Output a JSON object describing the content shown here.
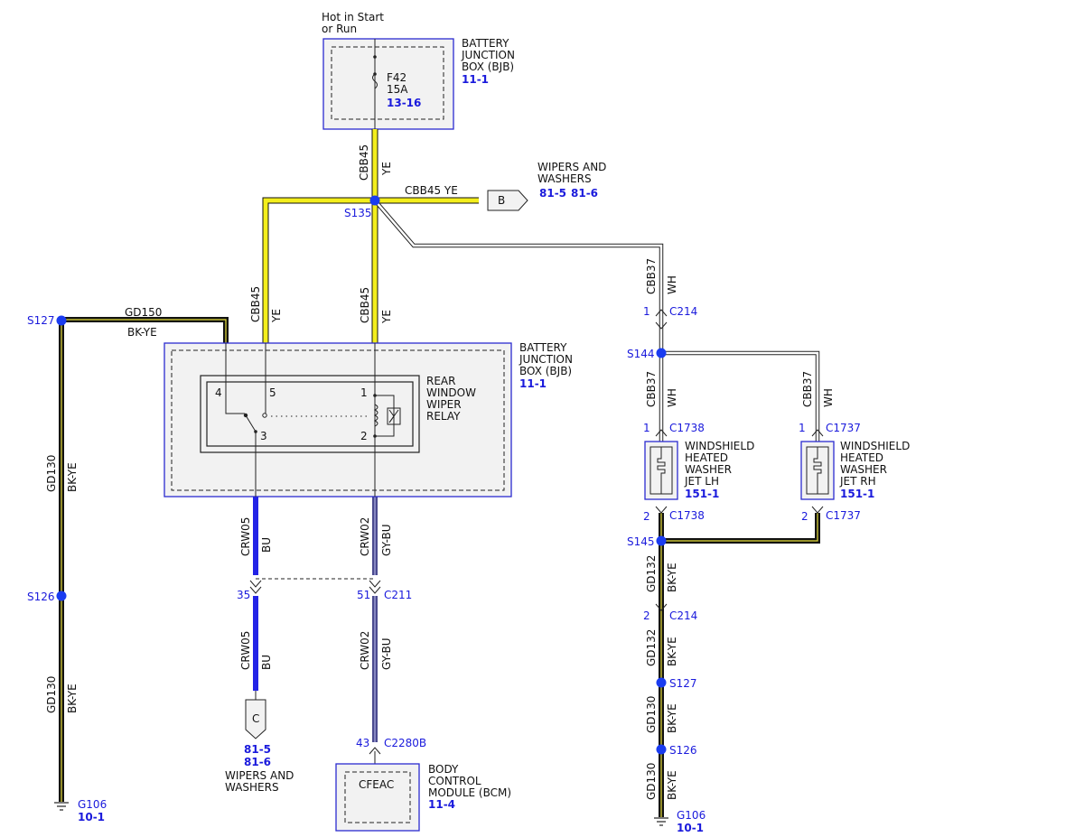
{
  "bjb_top": {
    "heading": [
      "Hot in Start",
      "or Run"
    ],
    "label": [
      "BATTERY",
      "JUNCTION",
      "BOX (BJB)"
    ],
    "ref": "11-1",
    "fuse": {
      "name": "F42",
      "rating": "15A",
      "ref": "13-16"
    }
  },
  "wires": {
    "cbb45": "CBB45",
    "ye": "YE",
    "cbb45_ye": "CBB45 YE",
    "cbb37": "CBB37",
    "wh": "WH",
    "gd150": "GD150",
    "gd130": "GD130",
    "gd132": "GD132",
    "bkye": "BK-YE",
    "crw05": "CRW05",
    "bu": "BU",
    "crw02": "CRW02",
    "gybu": "GY-BU"
  },
  "splices": {
    "s135": "S135",
    "s127": "S127",
    "s126": "S126",
    "s144": "S144",
    "s145": "S145"
  },
  "connectors": {
    "b_label": "B",
    "c_label": "C",
    "c214": "C214",
    "c1738": "C1738",
    "c1737": "C1737",
    "c211": "C211",
    "c2280b": "C2280B",
    "pin1": "1",
    "pin2": "2",
    "pin35": "35",
    "pin51": "51",
    "pin43": "43"
  },
  "wipers_right": {
    "label": [
      "WIPERS AND",
      "WASHERS"
    ],
    "ref1": "81-5",
    "ref2": "81-6"
  },
  "wipers_bottom": {
    "label": [
      "WIPERS AND",
      "WASHERS"
    ],
    "ref1": "81-5",
    "ref2": "81-6"
  },
  "bjb_mid": {
    "label": [
      "BATTERY",
      "JUNCTION",
      "BOX (BJB)"
    ],
    "ref": "11-1",
    "relay": {
      "label": [
        "REAR",
        "WINDOW",
        "WIPER",
        "RELAY"
      ],
      "pins": [
        "4",
        "5",
        "1",
        "3",
        "2"
      ]
    }
  },
  "jet_lh": {
    "label": [
      "WINDSHIELD",
      "HEATED",
      "WASHER",
      "JET LH"
    ],
    "ref": "151-1"
  },
  "jet_rh": {
    "label": [
      "WINDSHIELD",
      "HEATED",
      "WASHER",
      "JET RH"
    ],
    "ref": "151-1"
  },
  "bcm": {
    "inner": "CFEAC",
    "label": [
      "BODY",
      "CONTROL",
      "MODULE (BCM)"
    ],
    "ref": "11-4"
  },
  "grounds": {
    "g106_left": "G106",
    "g106_left_ref": "10-1",
    "g106_right": "G106",
    "g106_right_ref": "10-1"
  },
  "colors": {
    "yellow": "#f3ee1c",
    "blue": "#2323e6",
    "gybu": "#6b6ba8",
    "black": "#111111",
    "splice": "#1a3cf0",
    "ref": "#1a1adc"
  }
}
